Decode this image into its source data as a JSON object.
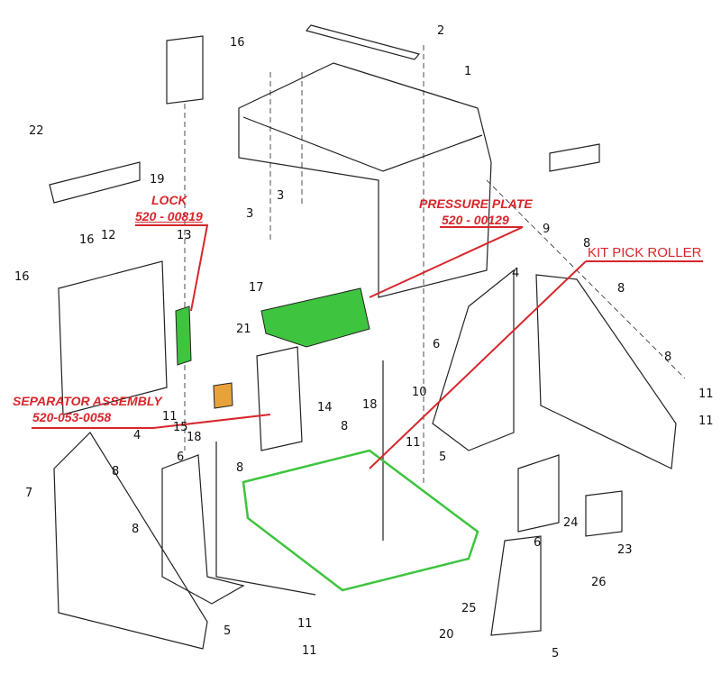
{
  "diagram": {
    "callouts": [
      {
        "id": "lock",
        "name": "LOCK",
        "part": "520 - 00819"
      },
      {
        "id": "pressure-plate",
        "name": "PRESSURE PLATE",
        "part": "520 - 00129"
      },
      {
        "id": "kit-pick-roller",
        "name": "KIT PICK ROLLER",
        "part": ""
      },
      {
        "id": "separator-assembly",
        "name": "SEPARATOR ASSEMBLY",
        "part": "520-053-0058"
      }
    ],
    "labels": {
      "n1": "1",
      "n2": "2",
      "n3a": "3",
      "n3b": "3",
      "n4a": "4",
      "n4b": "4",
      "n5a": "5",
      "n5b": "5",
      "n5c": "5",
      "n6a": "6",
      "n6b": "6",
      "n6c": "6",
      "n7": "7",
      "n8a": "8",
      "n8b": "8",
      "n8c": "8",
      "n8d": "8",
      "n8e": "8",
      "n8f": "8",
      "n8g": "8",
      "n9": "9",
      "n10": "10",
      "n11a": "11",
      "n11b": "11",
      "n11c": "11",
      "n11d": "11",
      "n11e": "11",
      "n11f": "11",
      "n12": "12",
      "n13": "13",
      "n14": "14",
      "n15": "15",
      "n16a": "16",
      "n16b": "16",
      "n16c": "16",
      "n17": "17",
      "n18a": "18",
      "n18b": "18",
      "n19": "19",
      "n20": "20",
      "n21": "21",
      "n22": "22",
      "n23": "23",
      "n24": "24",
      "n25": "25",
      "n26": "26"
    },
    "colors": {
      "callout": "#d7262b",
      "highlight_green": "#3ec43e",
      "highlight_orange": "#e8a23a"
    }
  }
}
